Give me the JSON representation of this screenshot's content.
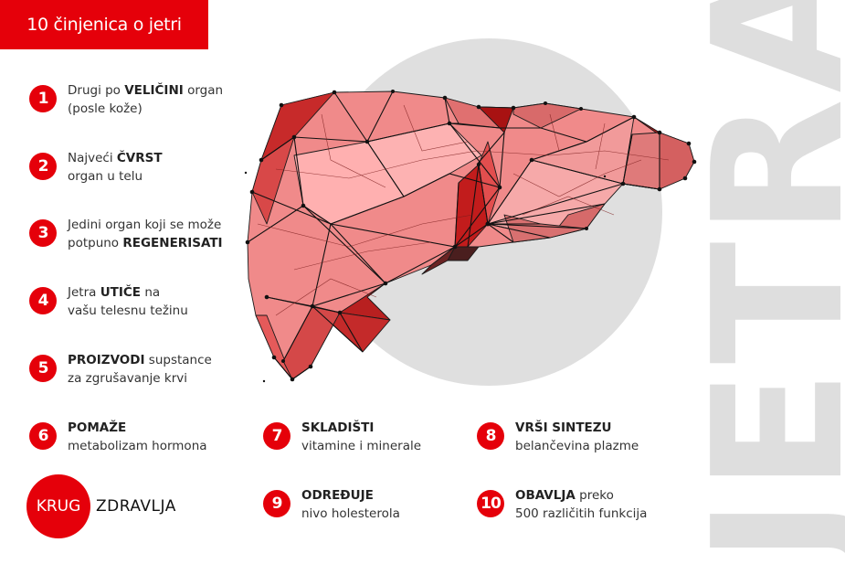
{
  "header": {
    "title": "10 činjenica o jetri"
  },
  "watermark": {
    "text": "JETRA"
  },
  "colors": {
    "accent": "#e5000a",
    "circle": "#dfdfdf",
    "watermark": "#dedede"
  },
  "facts": [
    {
      "num": "1",
      "pre": "Drugi po ",
      "bold": "VELIČINI",
      "post": " organ",
      "line2": "(posle kože)"
    },
    {
      "num": "2",
      "pre": "Najveći ",
      "bold": "ČVRST",
      "post": "",
      "line2": "organ u telu"
    },
    {
      "num": "3",
      "pre": "Jedini organ koji se može",
      "bold": "",
      "post": "",
      "line2pre": "potpuno ",
      "line2bold": "REGENERISATI"
    },
    {
      "num": "4",
      "pre": "Jetra ",
      "bold": "UTIČE",
      "post": " na",
      "line2": "vašu telesnu težinu"
    },
    {
      "num": "5",
      "pre": "",
      "bold": "PROIZVODI",
      "post": " supstance",
      "line2": "za zgrušavanje krvi"
    },
    {
      "num": "6",
      "pre": "",
      "bold": "POMAŽE",
      "post": "",
      "line2": "metabolizam hormona"
    },
    {
      "num": "7",
      "pre": "",
      "bold": "SKLADIŠTI",
      "post": "",
      "line2": "vitamine i minerale"
    },
    {
      "num": "8",
      "pre": "",
      "bold": "VRŠI SINTEZU",
      "post": "",
      "line2": "belančevina plazme"
    },
    {
      "num": "9",
      "pre": "",
      "bold": "ODREĐUJE",
      "post": "",
      "line2": "nivo holesterola"
    },
    {
      "num": "10",
      "pre": "",
      "bold": "OBAVLJA",
      "post": " preko",
      "line2": "500 različitih funkcija"
    }
  ],
  "logo": {
    "circle_text": "KRUG",
    "side_text": "ZDRAVLJA"
  },
  "illustration": {
    "subject": "low-poly-liver"
  }
}
